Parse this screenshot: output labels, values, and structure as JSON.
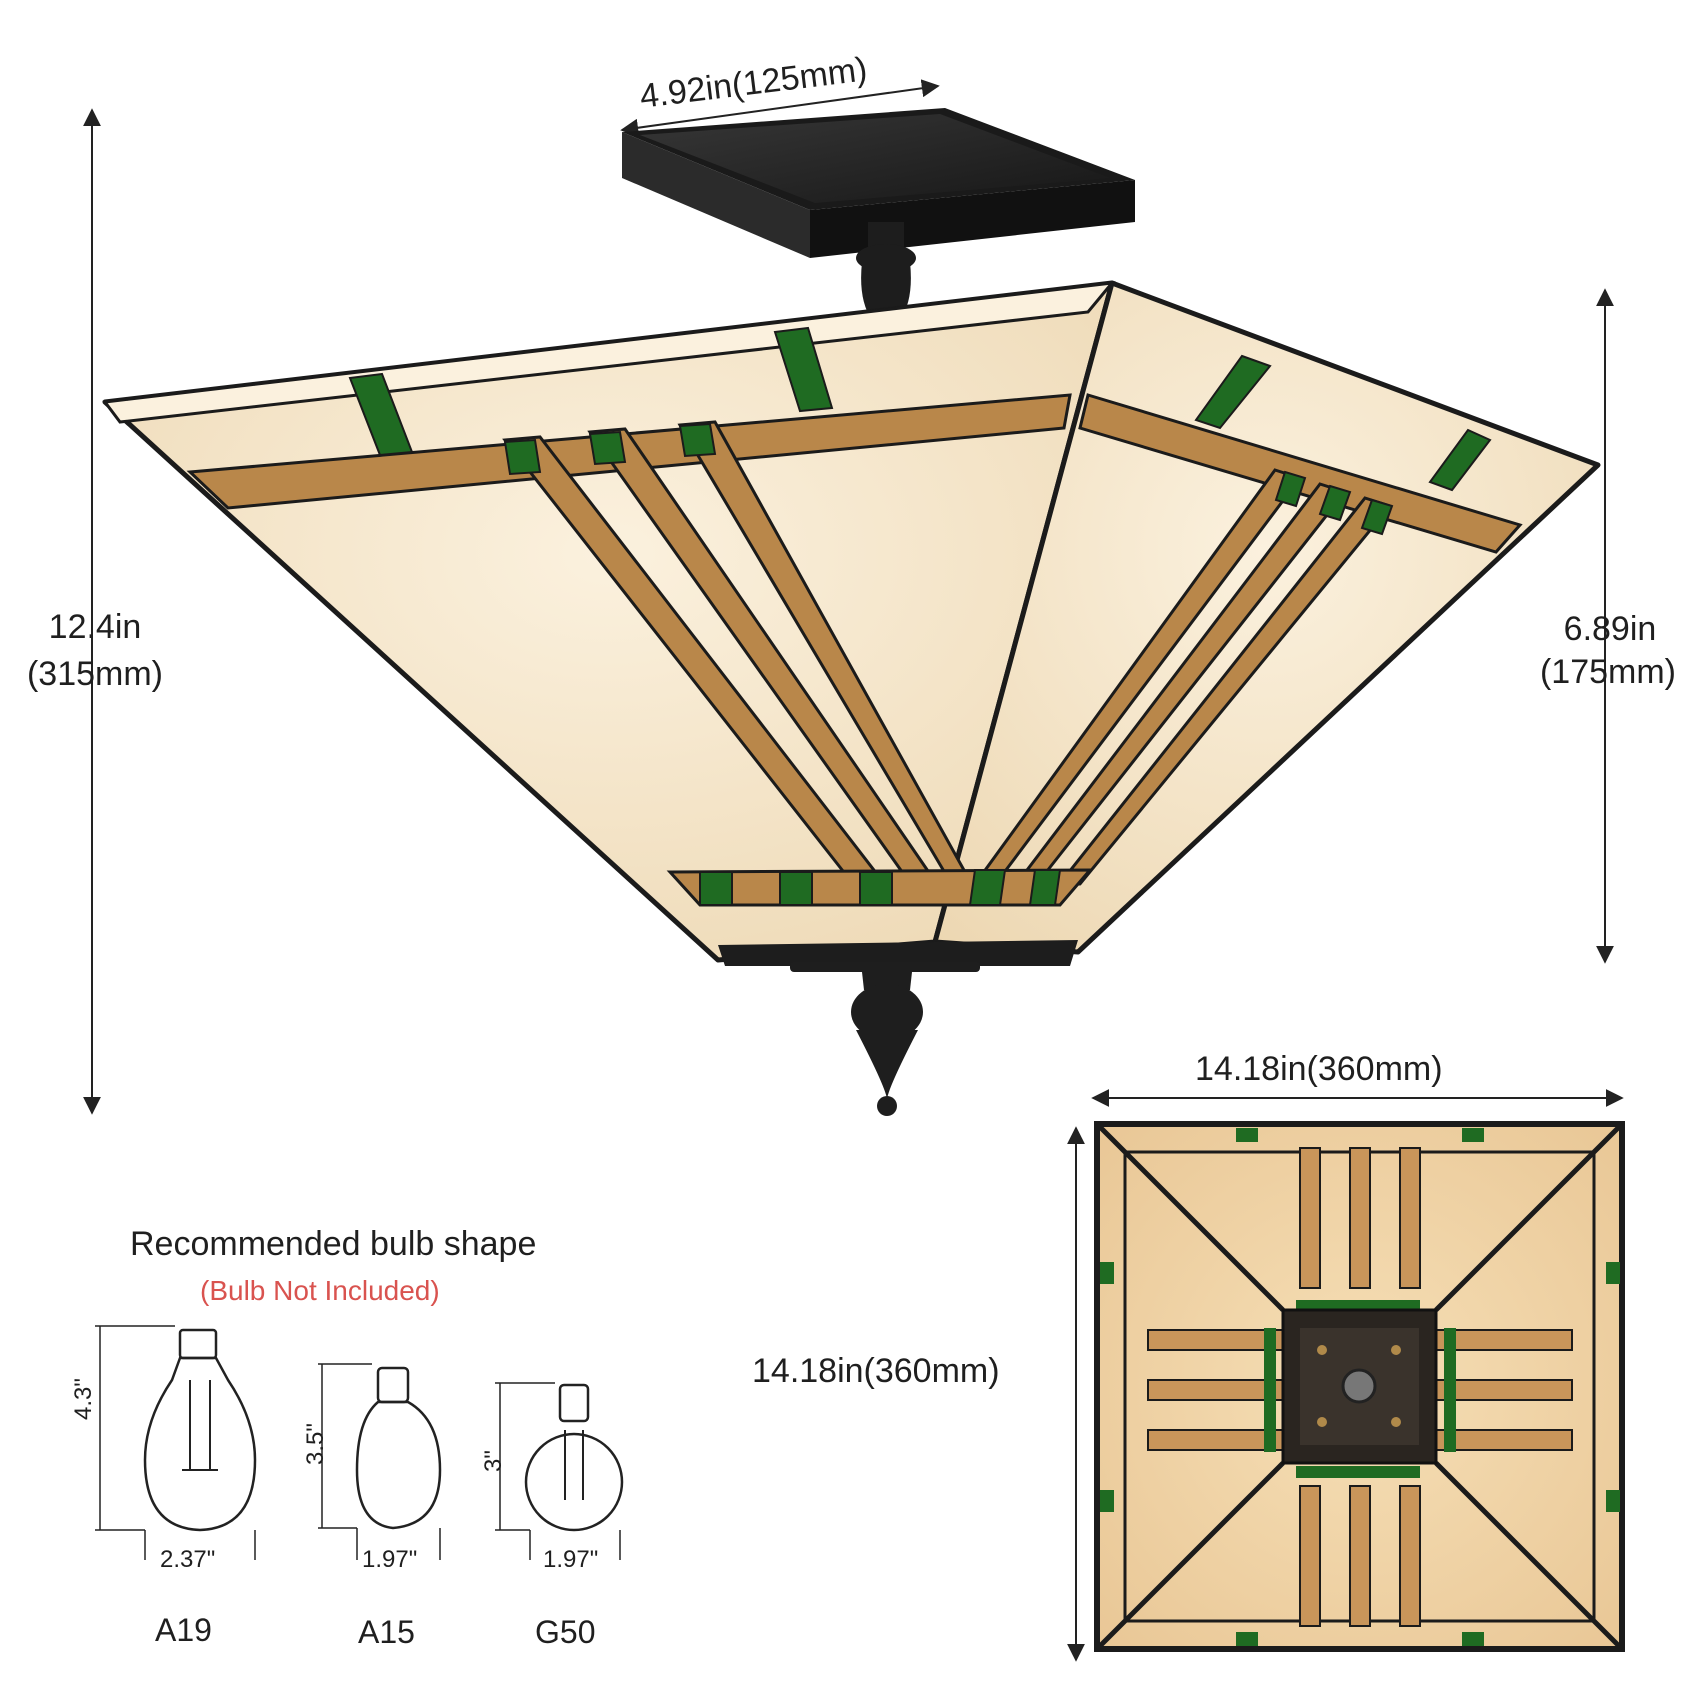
{
  "dimensions": {
    "top_width": "4.92in(125mm)",
    "total_height_in": "12.4in",
    "total_height_mm": "(315mm)",
    "shade_height_in": "6.89in",
    "shade_height_mm": "(175mm)",
    "shade_width": "14.18in(360mm)",
    "shade_depth": "14.18in(360mm)"
  },
  "bulbs": {
    "heading": "Recommended bulb shape",
    "note": "(Bulb Not Included)",
    "items": [
      {
        "name": "A19",
        "height": "4.3\"",
        "width": "2.37\""
      },
      {
        "name": "A15",
        "height": "3.5\"",
        "width": "1.97\""
      },
      {
        "name": "G50",
        "height": "3\"",
        "width": "1.97\""
      }
    ]
  },
  "colors": {
    "glass_cream": "#f3e3c6",
    "glass_amber": "#b9874a",
    "glass_green": "#1f6b22",
    "metal": "#2a2a2a",
    "note_red": "#d9534f"
  }
}
